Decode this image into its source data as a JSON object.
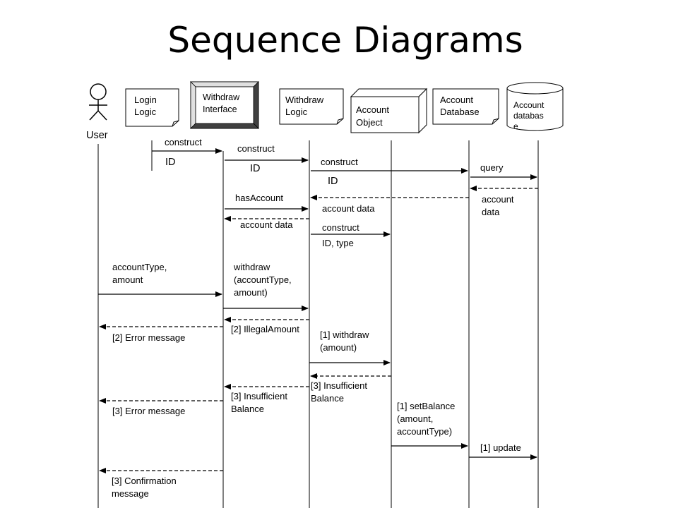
{
  "slide": {
    "title": "Sequence Diagrams"
  },
  "actor": {
    "label": "User"
  },
  "participants": {
    "login_logic": "Login\nLogic",
    "withdraw_interface": "Withdraw\nInterface",
    "withdraw_logic": "Withdraw\nLogic",
    "account_object": "Account\nObject",
    "account_database": "Account\nDatabase",
    "account_db_storage": "Account\ndatabas\ne"
  },
  "messages": {
    "m1": "construct",
    "m1_param": "ID",
    "m2": "construct",
    "m2_param": "ID",
    "m3": "construct",
    "m3_param": "ID",
    "m4": "query",
    "m5": "account\ndata",
    "m6": "account data",
    "m7": "hasAccount",
    "m8": "account data",
    "m9": "construct",
    "m9_param": "ID, type",
    "m10": "accountType,\namount",
    "m11": "withdraw\n(accountType,\namount)",
    "m12": "[2] IllegalAmount",
    "m13": "[2] Error message",
    "m14": "[1] withdraw\n(amount)",
    "m15": "[3] Insufficient\nBalance",
    "m16": "[3] Insufficient\nBalance",
    "m17": "[3] Error message",
    "m18": "[1] setBalance\n(amount,\naccountType)",
    "m19": "[1] update",
    "m20": "[3] Confirmation\nmessage"
  }
}
